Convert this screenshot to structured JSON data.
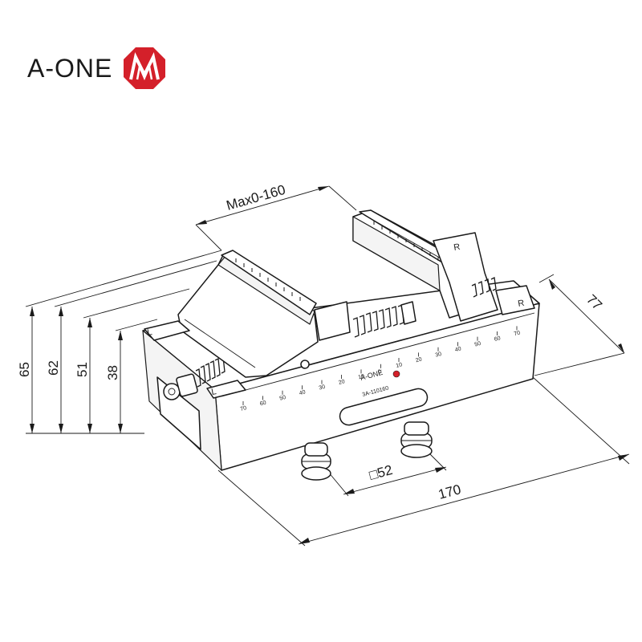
{
  "brand": {
    "name": "A-ONE",
    "logo_color": "#d4202a"
  },
  "dimensions": {
    "jaw_opening": "Max0-160",
    "height_overall": "65",
    "height_2": "62",
    "height_3": "51",
    "height_4": "38",
    "depth": "77",
    "length": "170",
    "pin_spacing": "□52"
  },
  "jaw_markings": {
    "left_front": "L",
    "left_back": "L",
    "right_front": "R",
    "right_back": "R"
  },
  "body_plate": {
    "brand": "A-ONE",
    "model": "3A-110160",
    "scale_left": [
      "70",
      "60",
      "50",
      "40",
      "30",
      "20",
      "10",
      "0"
    ],
    "scale_right": [
      "10",
      "20",
      "30",
      "40",
      "50",
      "60",
      "70"
    ]
  }
}
